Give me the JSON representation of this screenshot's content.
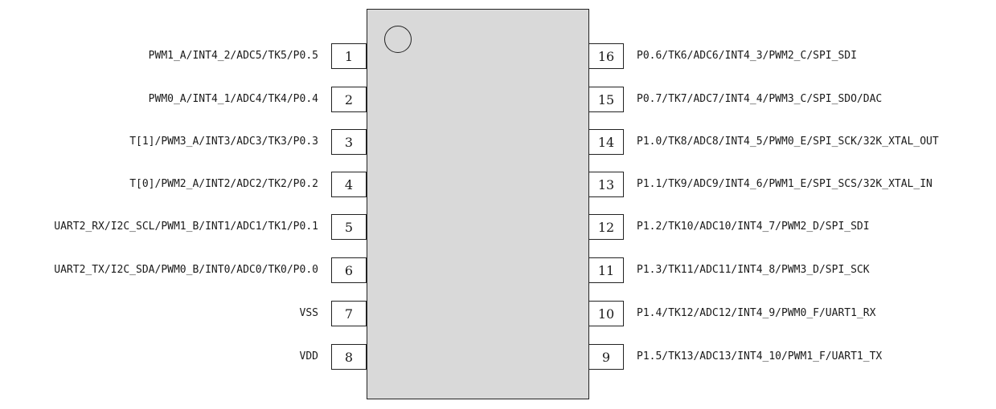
{
  "left_pins": [
    {
      "number": "1",
      "label": "PWM1_A/INT4_2/ADC5/TK5/P0.5"
    },
    {
      "number": "2",
      "label": "PWM0_A/INT4_1/ADC4/TK4/P0.4"
    },
    {
      "number": "3",
      "label": "T[1]/PWM3_A/INT3/ADC3/TK3/P0.3"
    },
    {
      "number": "4",
      "label": "T[0]/PWM2_A/INT2/ADC2/TK2/P0.2"
    },
    {
      "number": "5",
      "label": "UART2_RX/I2C_SCL/PWM1_B/INT1/ADC1/TK1/P0.1"
    },
    {
      "number": "6",
      "label": "UART2_TX/I2C_SDA/PWM0_B/INT0/ADC0/TK0/P0.0"
    },
    {
      "number": "7",
      "label": "VSS"
    },
    {
      "number": "8",
      "label": "VDD"
    }
  ],
  "right_pins": [
    {
      "number": "16",
      "label": "P0.6/TK6/ADC6/INT4_3/PWM2_C/SPI_SDI"
    },
    {
      "number": "15",
      "label": "P0.7/TK7/ADC7/INT4_4/PWM3_C/SPI_SDO/DAC"
    },
    {
      "number": "14",
      "label": "P1.0/TK8/ADC8/INT4_5/PWM0_E/SPI_SCK/32K_XTAL_OUT"
    },
    {
      "number": "13",
      "label": "P1.1/TK9/ADC9/INT4_6/PWM1_E/SPI_SCS/32K_XTAL_IN"
    },
    {
      "number": "12",
      "label": "P1.2/TK10/ADC10/INT4_7/PWM2_D/SPI_SDI"
    },
    {
      "number": "11",
      "label": "P1.3/TK11/ADC11/INT4_8/PWM3_D/SPI_SCK"
    },
    {
      "number": "10",
      "label": "P1.4/TK12/ADC12/INT4_9/PWM0_F/UART1_RX"
    },
    {
      "number": "9",
      "label": "P1.5/TK13/ADC13/INT4_10/PWM1_F/UART1_TX"
    }
  ]
}
